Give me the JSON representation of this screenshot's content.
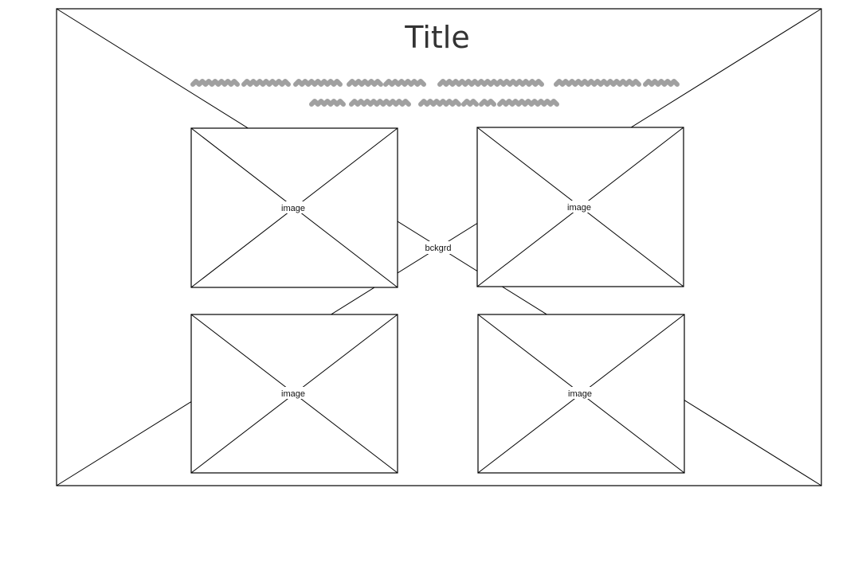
{
  "title": "Title",
  "background_label": "bckgrd",
  "images": [
    {
      "label": "image"
    },
    {
      "label": "image"
    },
    {
      "label": "image"
    },
    {
      "label": "image"
    }
  ],
  "colors": {
    "stroke": "#000000",
    "title": "#333333",
    "placeholder_text": "#8f8f8f"
  }
}
